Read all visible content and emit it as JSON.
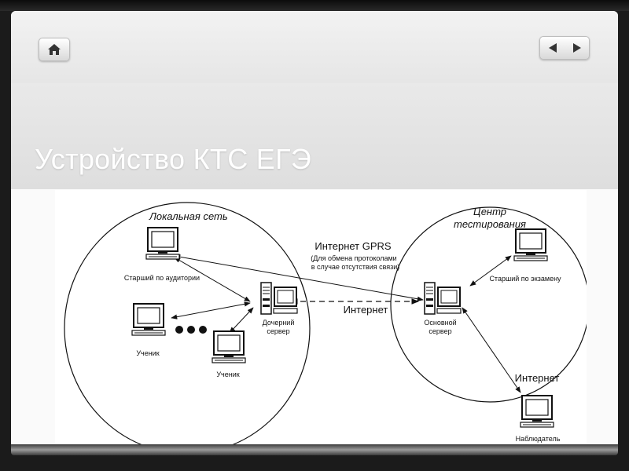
{
  "slide": {
    "title": "Устройство КТС ЕГЭ"
  },
  "nav": {
    "home_icon": "home-icon",
    "prev_icon": "triangle-left-icon",
    "next_icon": "triangle-right-icon"
  },
  "diagram": {
    "local_network_label": "Локальная сеть",
    "center_label_line1": "Центр",
    "center_label_line2": "тестирования",
    "gprs_label": "Интернет GPRS",
    "gprs_note_line1": "(Для обмена протоколами",
    "gprs_note_line2": "в случае отсутствия связи)",
    "internet_label_mid": "Интернет",
    "internet_label_right": "Интернет",
    "nodes": {
      "senior_auditorium": "Старший по аудитории",
      "child_server_line1": "Дочерний",
      "child_server_line2": "сервер",
      "student_1": "Ученик",
      "student_2": "Ученик",
      "main_server_line1": "Основной",
      "main_server_line2": "сервер",
      "senior_exam": "Старший по экзамену",
      "observer": "Наблюдатель"
    }
  }
}
